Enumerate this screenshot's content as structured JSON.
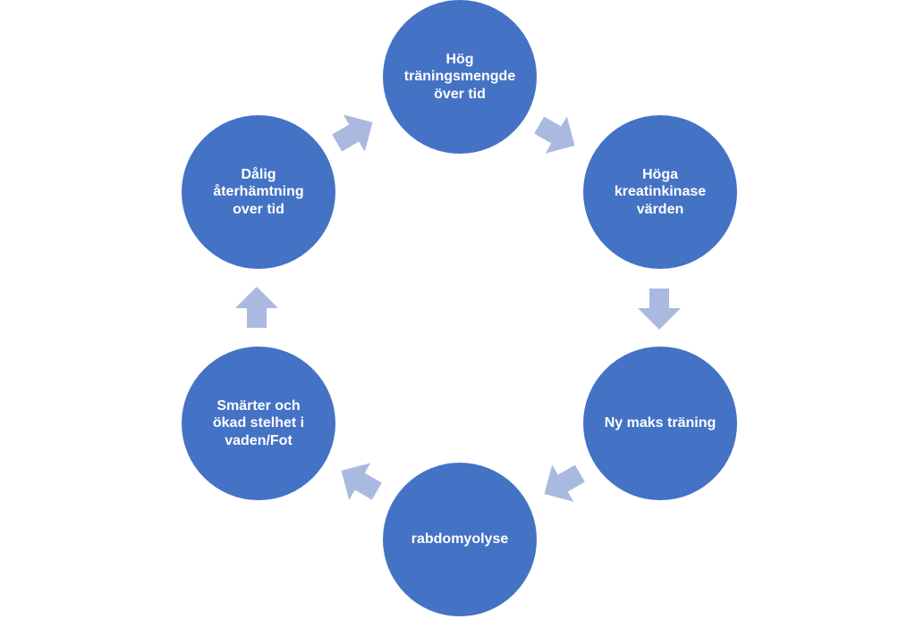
{
  "diagram": {
    "type": "cycle",
    "node_color": "#4472c4",
    "arrow_color": "#aab9df",
    "text_color": "#ffffff",
    "nodes": [
      {
        "id": "hog-traningsmangd",
        "label": "Hög\nträningsmengde\növer tid"
      },
      {
        "id": "hoga-kreatinkinase",
        "label": "Höga\nkreatinkinase\nvärden"
      },
      {
        "id": "ny-maks-traning",
        "label": "Ny maks träning"
      },
      {
        "id": "rabdomyolyse",
        "label": "rabdomyolyse"
      },
      {
        "id": "smarter-stelhet",
        "label": "Smärter och\nökad stelhet i\nvaden/Fot"
      },
      {
        "id": "dalig-aterhamtning",
        "label": "Dålig\nåterhämtning\nover tid"
      }
    ]
  }
}
